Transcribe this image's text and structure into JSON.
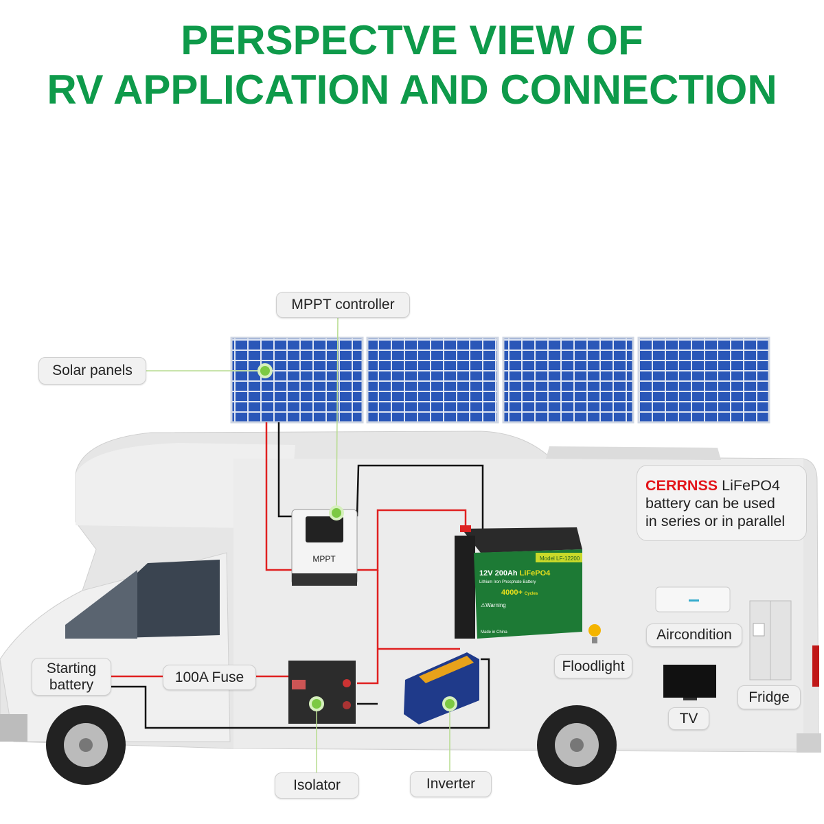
{
  "title": {
    "line1": "PERSPECTVE VIEW OF",
    "line2": "RV APPLICATION AND CONNECTION"
  },
  "labels": {
    "mppt": "MPPT controller",
    "solar": "Solar panels",
    "aircon": "Aircondition",
    "floodlight": "Floodlight",
    "fridge": "Fridge",
    "tv": "TV",
    "starting_battery": "Starting battery",
    "fuse": "100A Fuse",
    "isolator": "Isolator",
    "inverter": "Inverter"
  },
  "callout": {
    "brand": "CERRNSS",
    "line1_rest": " LiFePO4",
    "line2": "battery can be used",
    "line3": "in series or in parallel"
  },
  "battery": {
    "model": "Model LF-12200",
    "spec": "12V 200Ah",
    "chem": "LiFePO4",
    "sub": "Lithium Iron Phosphate Battery",
    "cycles": "4000+",
    "cycles_unit": "Cycles",
    "warning": "⚠Warning",
    "origin": "Made in China"
  },
  "mppt_device": {
    "brand": "MPPT"
  },
  "colors": {
    "title": "#0e9a4a",
    "brand": "#e3151a",
    "marker": "#7cc943",
    "wire_pos": "#e02020",
    "wire_neg": "#111111"
  }
}
